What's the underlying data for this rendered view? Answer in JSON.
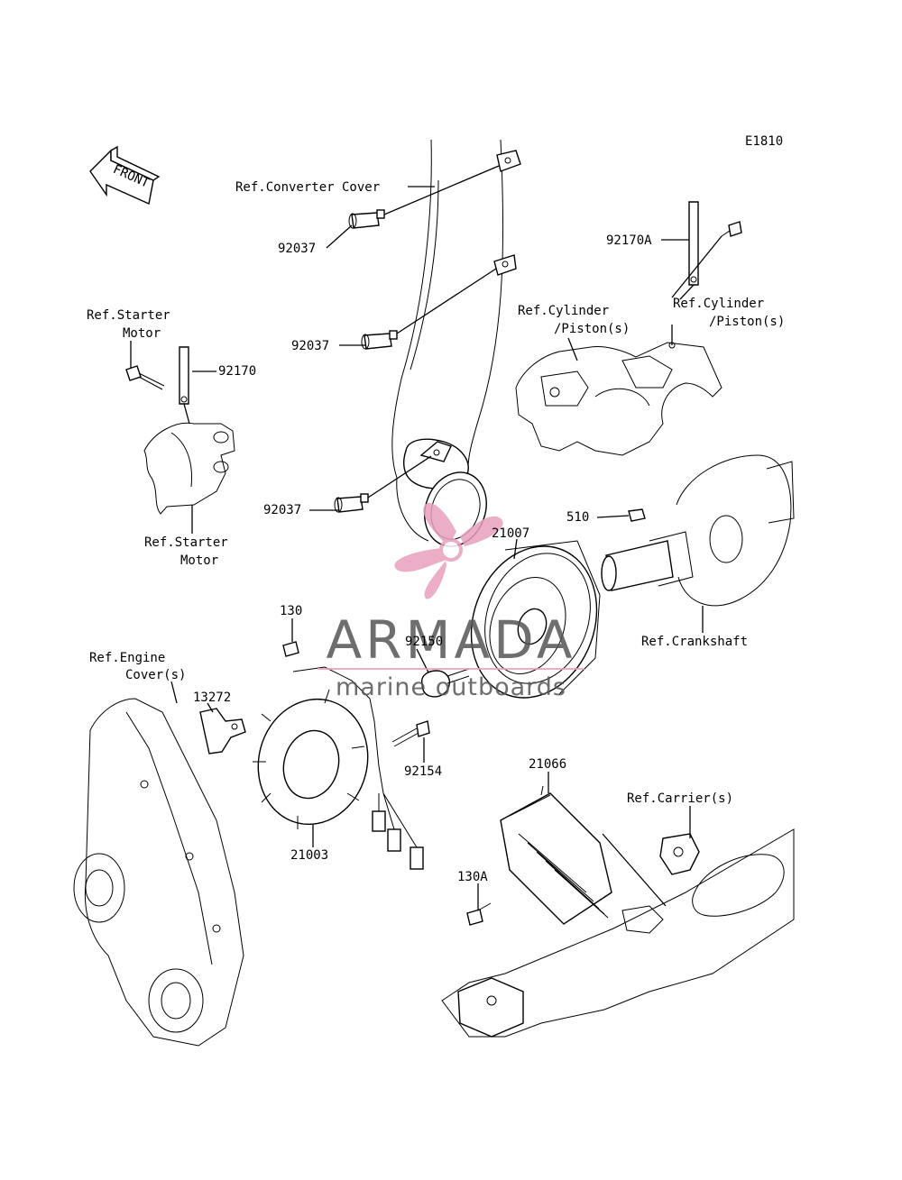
{
  "diagram_code": "E1810",
  "front_arrow": {
    "text": "FRONT",
    "icon": "front-arrow-icon"
  },
  "watermark": {
    "brand": "ARMADA",
    "tagline": "marine outboards",
    "icon": "propeller-logo-icon",
    "color": "#e8a0bd"
  },
  "labels": {
    "ref_converter_cover": "Ref.Converter Cover",
    "p92037_a": "92037",
    "p92037_b": "92037",
    "p92037_c": "92037",
    "p92170a": "92170A",
    "ref_cyl_1_l1": "Ref.Cylinder",
    "ref_cyl_1_l2": "/Piston(s)",
    "ref_cyl_2_l1": "Ref.Cylinder",
    "ref_cyl_2_l2": "/Piston(s)",
    "ref_starter_top_l1": "Ref.Starter",
    "ref_starter_top_l2": "Motor",
    "p92170": "92170",
    "ref_starter_bot_l1": "Ref.Starter",
    "ref_starter_bot_l2": "Motor",
    "p510": "510",
    "p21007": "21007",
    "ref_crankshaft": "Ref.Crankshaft",
    "p130": "130",
    "p92150": "92150",
    "ref_engine_l1": "Ref.Engine",
    "ref_engine_l2": "Cover(s)",
    "p13272": "13272",
    "p92154": "92154",
    "p21003": "21003",
    "p21066": "21066",
    "ref_carrier": "Ref.Carrier(s)",
    "p130a": "130A"
  }
}
